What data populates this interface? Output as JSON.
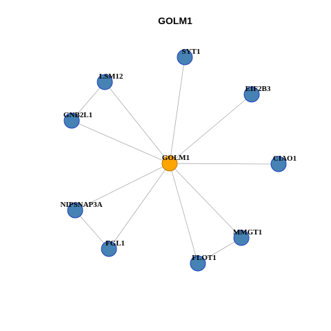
{
  "title": "GOLM1",
  "colors": {
    "hub_fill": "#FFA500",
    "hub_stroke": "#C07A00",
    "node_fill": "#4682B4",
    "node_stroke": "#1F3FBF",
    "edge": "#aaaaaa"
  },
  "nodes": [
    {
      "id": "GOLM1",
      "label": "GOLM1",
      "kind": "hub"
    },
    {
      "id": "SYT1",
      "label": "SYT1",
      "kind": "neighbor"
    },
    {
      "id": "EIF2B3",
      "label": "EIF2B3",
      "kind": "neighbor"
    },
    {
      "id": "LSM12",
      "label": "LSM12",
      "kind": "neighbor"
    },
    {
      "id": "GNB2L1",
      "label": "GNB2L1",
      "kind": "neighbor"
    },
    {
      "id": "CIAO1",
      "label": "CIAO1",
      "kind": "neighbor"
    },
    {
      "id": "NIPSNAP3A",
      "label": "NIPSNAP3A",
      "kind": "neighbor"
    },
    {
      "id": "MMGT1",
      "label": "MMGT1",
      "kind": "neighbor"
    },
    {
      "id": "FGL1",
      "label": "FGL1",
      "kind": "neighbor"
    },
    {
      "id": "FLOT1",
      "label": "FLOT1",
      "kind": "neighbor"
    }
  ],
  "edges": [
    [
      "GOLM1",
      "SYT1"
    ],
    [
      "GOLM1",
      "EIF2B3"
    ],
    [
      "GOLM1",
      "LSM12"
    ],
    [
      "GOLM1",
      "GNB2L1"
    ],
    [
      "GOLM1",
      "CIAO1"
    ],
    [
      "GOLM1",
      "NIPSNAP3A"
    ],
    [
      "GOLM1",
      "MMGT1"
    ],
    [
      "GOLM1",
      "FGL1"
    ],
    [
      "GOLM1",
      "FLOT1"
    ],
    [
      "LSM12",
      "GNB2L1"
    ],
    [
      "NIPSNAP3A",
      "FGL1"
    ],
    [
      "MMGT1",
      "FLOT1"
    ]
  ]
}
